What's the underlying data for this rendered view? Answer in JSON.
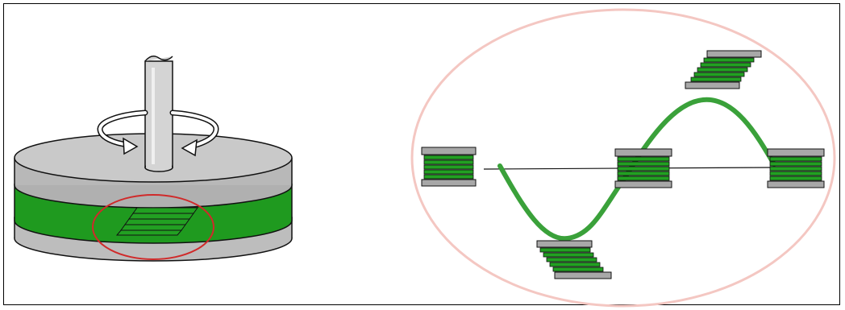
{
  "colors": {
    "frame": "#000000",
    "plate_top": "#c8c8c8",
    "plate_edge": "#9a9a9a",
    "plate_dark": "#6e6e6e",
    "specimen_green": "#1f9a1f",
    "layer_green": "#22a022",
    "gray_plate": "#a8a8a8",
    "highlight_circle": "#d02a2a",
    "zoom_ellipse": "#f4c7c2",
    "wave": "#3aa13a",
    "baseline": "#000000"
  },
  "icons": {
    "rotation": "rotation-arrows-icon"
  },
  "diagram": {
    "left_panel": "parallel-plate-rheometer",
    "right_panel": "oscillatory-shear-wave-zoom",
    "wave_cycles": 1,
    "shear_states": [
      "neutral",
      "negative-peak",
      "neutral",
      "positive-peak",
      "neutral"
    ]
  }
}
